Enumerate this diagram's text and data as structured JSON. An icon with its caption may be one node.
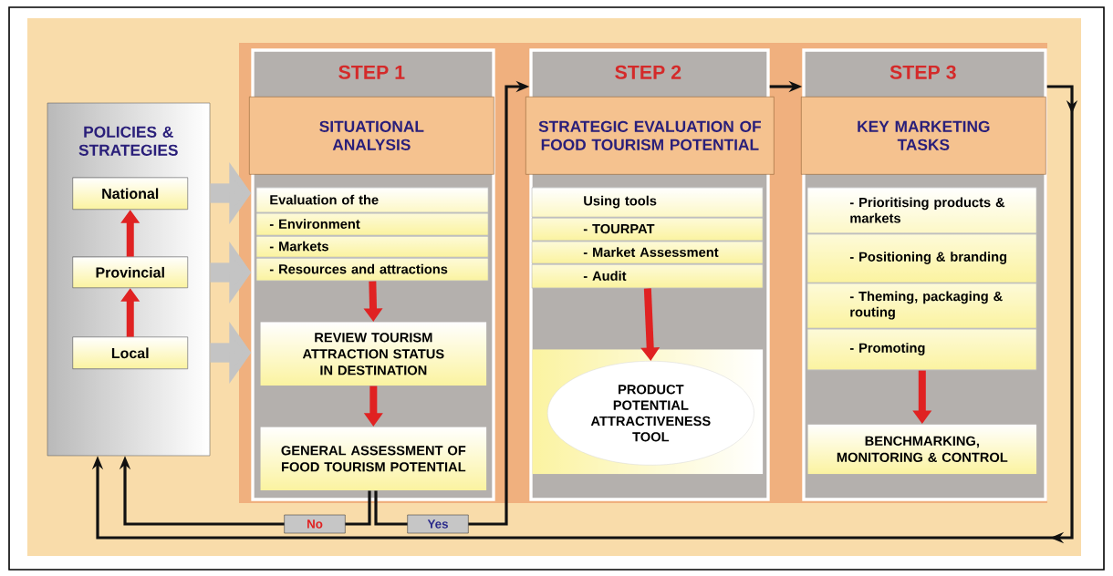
{
  "diagram": {
    "nodes": [
      {
        "text": [
          "POLICIES & STRATEGIES"
        ]
      },
      {
        "text": [
          "National"
        ],
        "in": 0
      },
      {
        "text": [
          "Provincial"
        ],
        "in": 0
      },
      {
        "text": [
          "Local"
        ],
        "in": 0
      },
      {
        "text": [
          "STEP 1"
        ]
      },
      {
        "text": [
          "SITUATIONAL ANALYSIS"
        ],
        "in": 4
      },
      {
        "text": [
          "Evaluation of the",
          "- Environment",
          "- Markets",
          "- Resources and attractions"
        ],
        "in": 4
      },
      {
        "text": [
          "REVIEW TOURISM ATTRACTION STATUS IN DESTINATION"
        ],
        "in": 4
      },
      {
        "text": [
          "GENERAL ASSESSMENT OF FOOD TOURISM POTENTIAL"
        ],
        "in": 4
      },
      {
        "text": [
          "STEP 2"
        ]
      },
      {
        "text": [
          "STRATEGIC EVALUATION OF FOOD TOURISM POTENTIAL"
        ],
        "in": 9
      },
      {
        "text": [
          "Using tools",
          "- TOURPAT",
          "- Market Assessment",
          "- Audit"
        ],
        "in": 9
      },
      {
        "text": [
          "PRODUCT POTENTIAL ATTRACTIVENESS TOOL"
        ],
        "in": 9
      },
      {
        "text": [
          "STEP 3"
        ]
      },
      {
        "text": [
          "KEY MARKETING TASKS"
        ],
        "in": 13
      },
      {
        "text": [
          "- Prioritising products & markets",
          "- Positioning & branding",
          "- Theming, packaging & routing",
          "- Promoting"
        ],
        "in": 13
      },
      {
        "text": [
          "BENCHMARKING, MONITORING & CONTROL"
        ],
        "in": 13
      }
    ],
    "edges": [
      {
        "from": 3,
        "to": 2,
        "arrow": "to"
      },
      {
        "from": 2,
        "to": 1,
        "arrow": "to"
      },
      {
        "from": 0,
        "to": 4,
        "arrow": "to",
        "style": "thick",
        "color": "#c4c4c4"
      },
      {
        "from": 0,
        "to": 4,
        "arrow": "to",
        "style": "thick",
        "color": "#c4c4c4"
      },
      {
        "from": 0,
        "to": 4,
        "arrow": "to",
        "style": "thick",
        "color": "#c4c4c4"
      },
      {
        "from": 6,
        "to": 7,
        "arrow": "to"
      },
      {
        "from": 7,
        "to": 8,
        "arrow": "to"
      },
      {
        "from": 11,
        "to": 12,
        "arrow": "to"
      },
      {
        "from": 15,
        "to": 16,
        "arrow": "to"
      },
      {
        "from": 8,
        "to": 0,
        "arrow": "to",
        "label": "No",
        "color": "#111111"
      },
      {
        "from": 8,
        "to": 9,
        "arrow": "to",
        "label": "Yes",
        "color": "#111111"
      },
      {
        "from": 9,
        "to": 13,
        "arrow": "to",
        "color": "#111111"
      },
      {
        "from": 13,
        "to": 0,
        "arrow": "to",
        "color": "#111111"
      }
    ]
  }
}
